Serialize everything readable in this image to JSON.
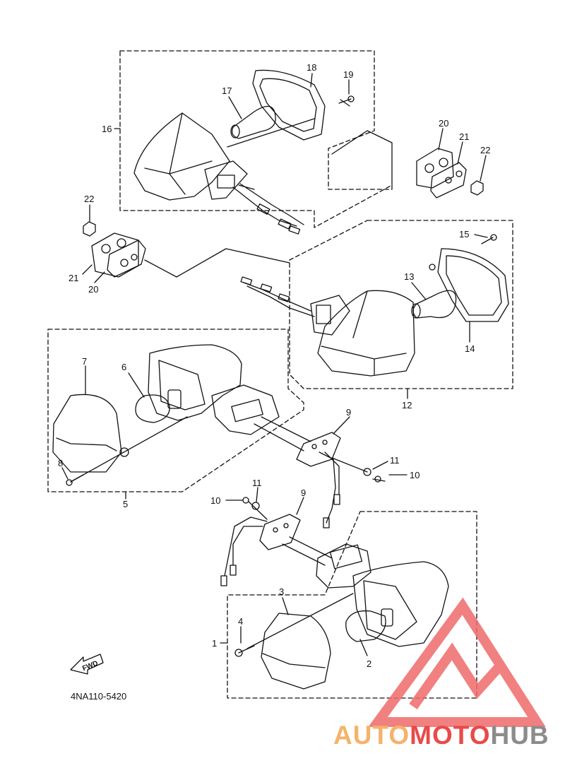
{
  "diagram": {
    "part_code": "4NA110-5420",
    "fwd_label": "FWD",
    "callouts": {
      "c1": "1",
      "c2": "2",
      "c3": "3",
      "c4": "4",
      "c5": "5",
      "c6": "6",
      "c7": "7",
      "c8": "8",
      "c9a": "9",
      "c9b": "9",
      "c10a": "10",
      "c10b": "10",
      "c11a": "11",
      "c11b": "11",
      "c12": "12",
      "c13": "13",
      "c14": "14",
      "c15": "15",
      "c16": "16",
      "c17": "17",
      "c18": "18",
      "c19": "19",
      "c20a": "20",
      "c20b": "20",
      "c21a": "21",
      "c21b": "21",
      "c22a": "22",
      "c22b": "22"
    }
  },
  "watermark": {
    "part1": "AUTO",
    "part2": "MOTO",
    "part3": "HUB",
    "colors": {
      "auto": "#f4b36b",
      "moto": "#e94a4a",
      "hub": "#8c8c8c",
      "logo": "#ef6a6a"
    }
  }
}
